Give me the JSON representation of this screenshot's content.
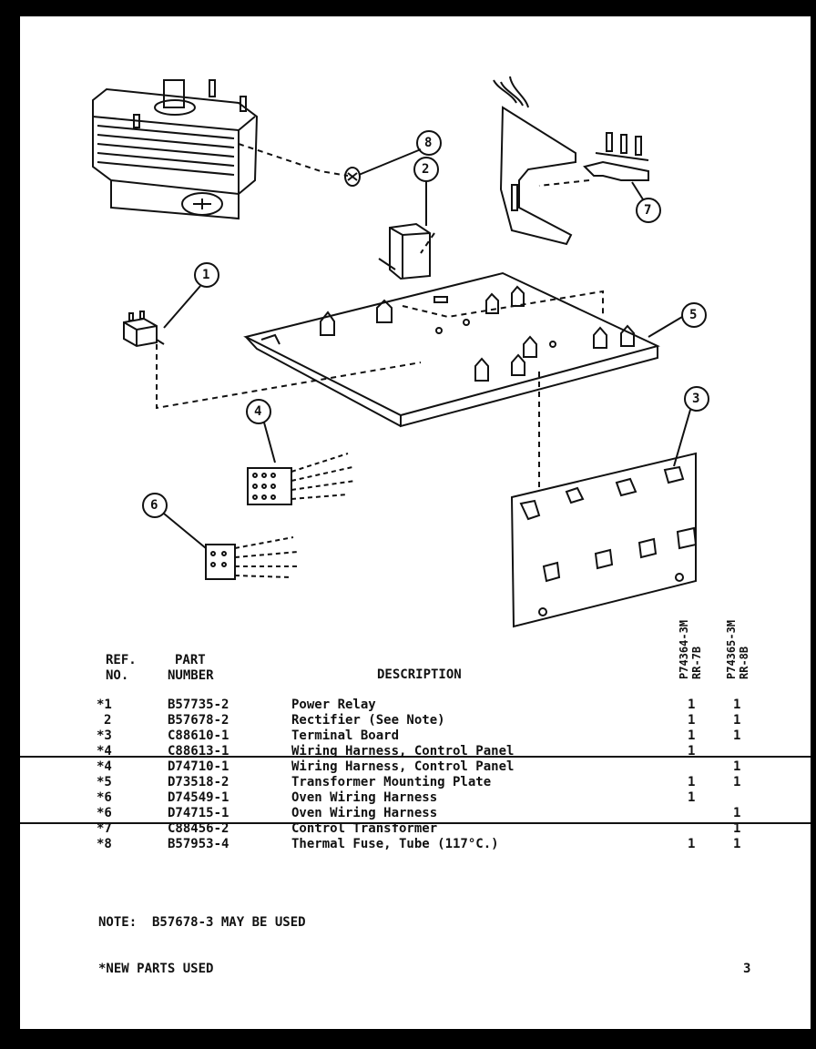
{
  "callouts": [
    "1",
    "2",
    "3",
    "4",
    "5",
    "6",
    "7",
    "8"
  ],
  "table": {
    "headers": {
      "ref_no_line1": "REF.",
      "ref_no_line2": "NO.",
      "part_line1": "PART",
      "part_line2": "NUMBER",
      "description": "DESCRIPTION",
      "model1_line1": "P74364-3M",
      "model1_line2": "RR-7B",
      "model2_line1": "P74365-3M",
      "model2_line2": "RR-8B"
    },
    "rows": [
      {
        "ref": "*1",
        "part": "B57735-2",
        "desc": "Power Relay",
        "m1": "1",
        "m2": "1"
      },
      {
        "ref": "2",
        "part": "B57678-2",
        "desc": "Rectifier (See Note)",
        "m1": "1",
        "m2": "1"
      },
      {
        "ref": "*3",
        "part": "C88610-1",
        "desc": "Terminal Board",
        "m1": "1",
        "m2": "1"
      },
      {
        "ref": "*4",
        "part": "C88613-1",
        "desc": "Wiring Harness, Control Panel",
        "m1": "1",
        "m2": ""
      },
      {
        "ref": "*4",
        "part": "D74710-1",
        "desc": "Wiring Harness, Control Panel",
        "m1": "",
        "m2": "1"
      },
      {
        "ref": "*5",
        "part": "D73518-2",
        "desc": "Transformer Mounting Plate",
        "m1": "1",
        "m2": "1"
      },
      {
        "ref": "*6",
        "part": "D74549-1",
        "desc": "Oven Wiring Harness",
        "m1": "1",
        "m2": ""
      },
      {
        "ref": "*6",
        "part": "D74715-1",
        "desc": "Oven Wiring Harness",
        "m1": "",
        "m2": "1"
      },
      {
        "ref": "*7",
        "part": "C88456-2",
        "desc": "Control Transformer",
        "m1": "",
        "m2": "1"
      },
      {
        "ref": "*8",
        "part": "B57953-4",
        "desc": "Thermal Fuse, Tube (117°C.)",
        "m1": "1",
        "m2": "1"
      }
    ]
  },
  "note": "NOTE:  B57678-3 MAY BE USED",
  "footer_note": "*NEW PARTS USED",
  "page_number": "3"
}
